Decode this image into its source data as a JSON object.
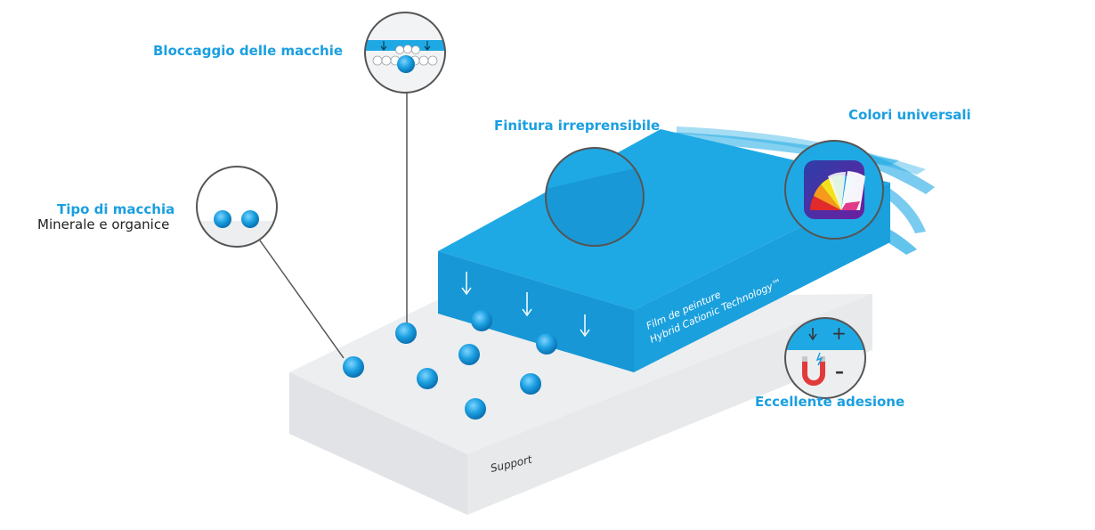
{
  "labels": {
    "stain_blocking": "Bloccaggio delle macchie",
    "stain_type": "Tipo di macchia",
    "stain_type_sub": "Minerale e organice",
    "finish": "Finitura irreprensibile",
    "colors": "Colori universali",
    "adhesion": "Eccellente adesione"
  },
  "slab": {
    "film_line1": "Film de peinture",
    "film_line2": "Hybrid Cationic Technology™",
    "support": "Support"
  },
  "adhesion_icon": {
    "plus": "+",
    "minus": "–"
  },
  "colors": {
    "accent": "#1a9fe0",
    "film_top": "#1fa9e4",
    "film_front": "#1797d6",
    "support_top": "#eceef0",
    "support_front": "#e1e3e6",
    "magnet_red": "#e23a3a"
  },
  "icons": [
    "stain-blocking-icon",
    "stain-droplets-icon",
    "smooth-finish-icon",
    "color-fan-icon",
    "magnet-icon",
    "arrow-down-icon"
  ]
}
